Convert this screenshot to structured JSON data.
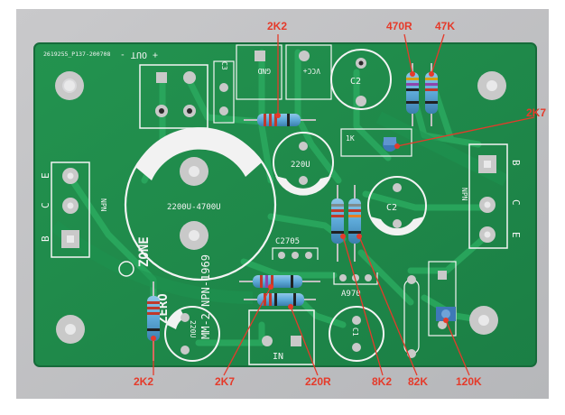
{
  "board": {
    "silk_header": "2619255_P137-200708",
    "out_pad": "+ OUT -",
    "gnd_pad": "GND",
    "vcc_pad": "VCC+",
    "c3": "C3",
    "c2_top": "C2",
    "c2_mid": "C2",
    "c1": "C1",
    "cap_220u_mid": "220U",
    "cap_220u_low": "220U",
    "big_cap": "2200U-4700U",
    "pos_1k": "1K",
    "left_b": "B",
    "left_c": "C",
    "left_e": "E",
    "left_npn": "NPN",
    "right_b": "B",
    "right_c": "C",
    "right_e": "E",
    "right_npn": "NPN",
    "c2705": "C2705",
    "a970": "A970",
    "in_pad": "IN",
    "brand_left": "ZERO",
    "brand_right": "ZONE",
    "brand_model": "MM-2 NPN-1969"
  },
  "labels": {
    "r_2k2_top": "2K2",
    "r_470r": "470R",
    "r_47k": "47K",
    "r_2k7_right": "2K7",
    "r_2k2_bottom": "2K2",
    "r_2k7_bottom": "2K7",
    "r_220r": "220R",
    "r_8k2": "8K2",
    "r_82k": "82K",
    "r_120k": "120K"
  },
  "colors": {
    "pcb": "#1f8a4a",
    "trace": "#27a05a",
    "annotation": "#e53a2a",
    "silkscreen": "#f4f4f4",
    "pad": "#c9c9c9",
    "background": "#bfc0c3"
  }
}
